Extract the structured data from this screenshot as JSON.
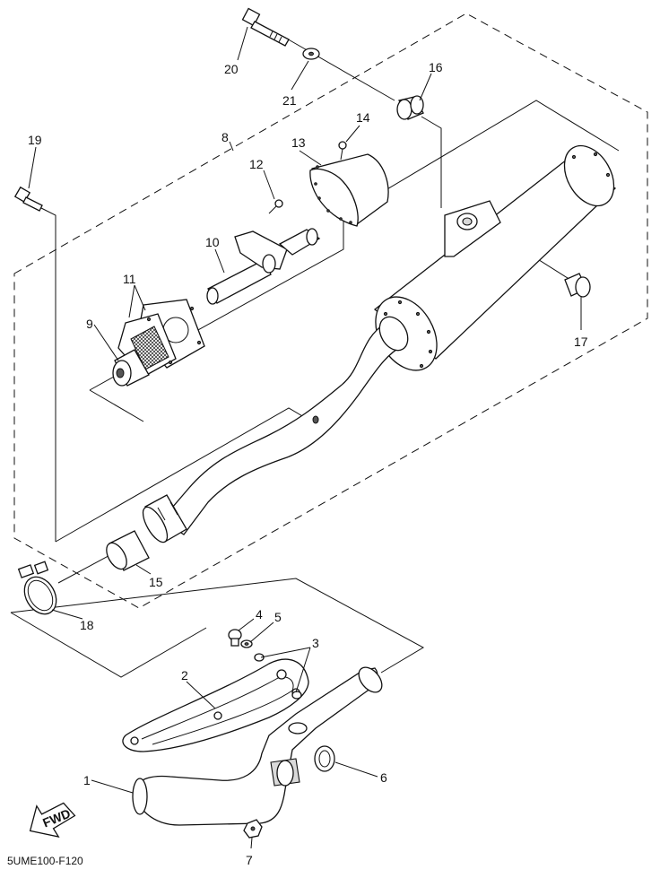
{
  "diagram_code": "5UME100-F120",
  "fwd_badge": "FWD",
  "callouts": [
    {
      "id": "1",
      "text": "1"
    },
    {
      "id": "2",
      "text": "2"
    },
    {
      "id": "3",
      "text": "3"
    },
    {
      "id": "4",
      "text": "4"
    },
    {
      "id": "5",
      "text": "5"
    },
    {
      "id": "6",
      "text": "6"
    },
    {
      "id": "7",
      "text": "7"
    },
    {
      "id": "8",
      "text": "8"
    },
    {
      "id": "9",
      "text": "9"
    },
    {
      "id": "10",
      "text": "10"
    },
    {
      "id": "11",
      "text": "11"
    },
    {
      "id": "12",
      "text": "12"
    },
    {
      "id": "13",
      "text": "13"
    },
    {
      "id": "14",
      "text": "14"
    },
    {
      "id": "15",
      "text": "15"
    },
    {
      "id": "16",
      "text": "16"
    },
    {
      "id": "17",
      "text": "17"
    },
    {
      "id": "18",
      "text": "18"
    },
    {
      "id": "19",
      "text": "19"
    },
    {
      "id": "20",
      "text": "20"
    },
    {
      "id": "21",
      "text": "21"
    }
  ]
}
